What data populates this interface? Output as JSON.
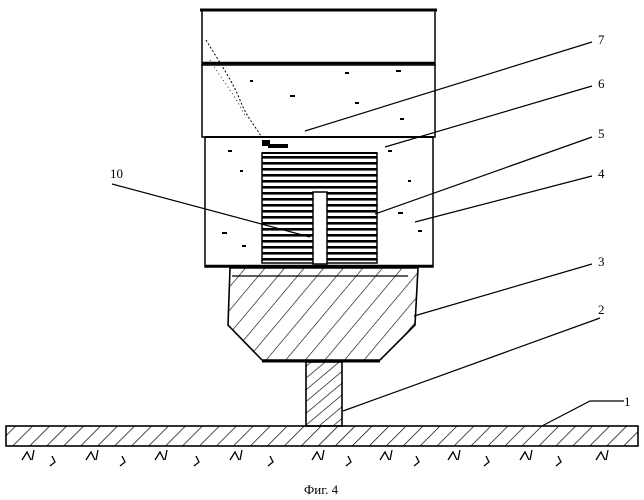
{
  "callouts": [
    {
      "id": "1",
      "label": "1"
    },
    {
      "id": "2",
      "label": "2"
    },
    {
      "id": "3",
      "label": "3"
    },
    {
      "id": "4",
      "label": "4"
    },
    {
      "id": "5",
      "label": "5"
    },
    {
      "id": "6",
      "label": "6"
    },
    {
      "id": "7",
      "label": "7"
    },
    {
      "id": "10",
      "label": "10"
    }
  ],
  "caption": "Фиг. 4",
  "colors": {
    "ink": "#000000",
    "paper": "#ffffff"
  }
}
